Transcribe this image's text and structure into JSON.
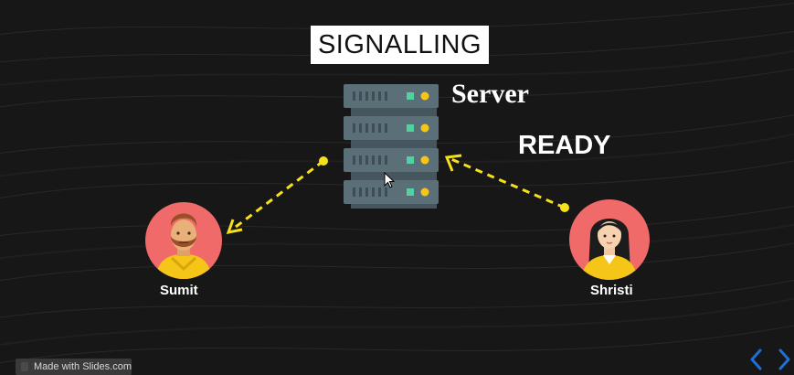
{
  "slide": {
    "title": "SIGNALLING",
    "server_label": "Server",
    "status_label": "READY"
  },
  "people": {
    "left_name": "Sumit",
    "right_name": "Shristi"
  },
  "footer": {
    "badge_text": "Made with Slides.com"
  },
  "icons": {
    "server": "server-rack-icon",
    "left_avatar": "male-avatar-icon",
    "right_avatar": "female-avatar-icon",
    "cursor": "mouse-cursor-icon",
    "prev": "chevron-left-icon",
    "next": "chevron-right-icon"
  },
  "colors": {
    "background": "#171717",
    "arrow": "#f5e11a",
    "avatar_circle": "#f06a6a",
    "server_body": "#5b6f78",
    "server_led_green": "#4fd1a0",
    "server_led_yellow": "#f5c518",
    "nav_arrow": "#1e6fd9"
  }
}
